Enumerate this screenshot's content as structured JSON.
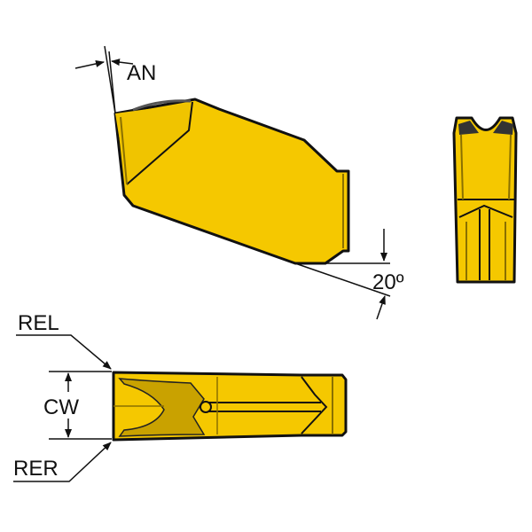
{
  "labels": {
    "an": "AN",
    "angle": "20º",
    "rel": "REL",
    "cw": "CW",
    "rer": "RER"
  },
  "colors": {
    "insert": "#F5C800",
    "shade": "#C9A200",
    "outline": "#111111"
  }
}
